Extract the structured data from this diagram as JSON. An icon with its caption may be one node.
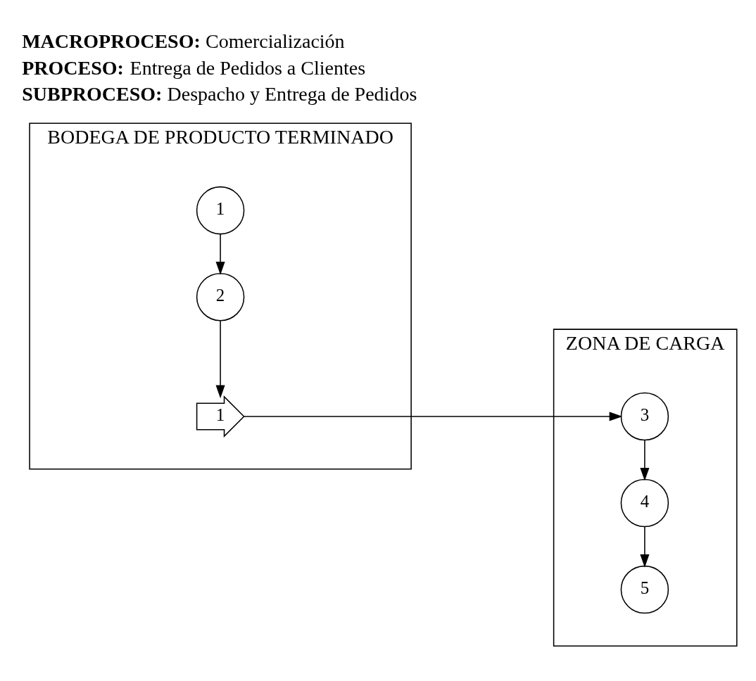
{
  "diagram": {
    "nodes": [
      {
        "text": [
          "BODEGA DE PRODUCTO TERMINADO"
        ]
      },
      {
        "text": [
          "ZONA DE CARGA"
        ]
      },
      {
        "text": [
          "1"
        ],
        "in": 0
      },
      {
        "text": [
          "2"
        ],
        "in": 0
      },
      {
        "text": [
          "1"
        ],
        "in": 0
      },
      {
        "text": [
          "3"
        ],
        "in": 1
      },
      {
        "text": [
          "4"
        ],
        "in": 1
      },
      {
        "text": [
          "5"
        ],
        "in": 1
      }
    ],
    "edges": [
      {
        "from": 2,
        "to": 3,
        "arrow": "to"
      },
      {
        "from": 3,
        "to": 4,
        "arrow": "to"
      },
      {
        "from": 4,
        "to": 5,
        "arrow": "to"
      },
      {
        "from": 5,
        "to": 6,
        "arrow": "to"
      },
      {
        "from": 6,
        "to": 7,
        "arrow": "to"
      }
    ],
    "labels": [
      "MACROPROCESO: Comercialización",
      "PROCESO: Entrega de Pedidos a Clientes",
      "SUBPROCESO: Despacho y Entrega de Pedidos"
    ]
  }
}
